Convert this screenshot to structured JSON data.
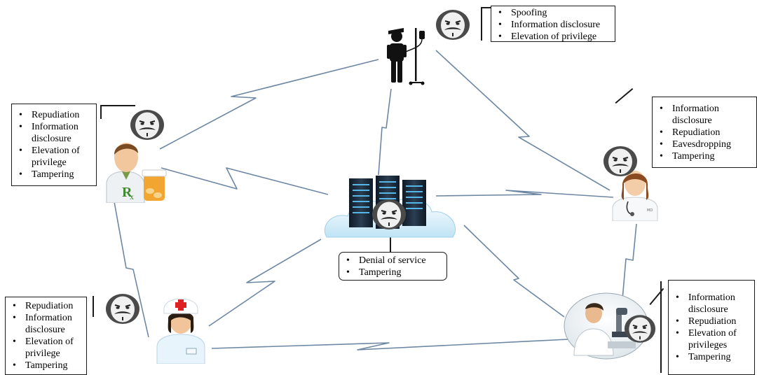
{
  "diagram": {
    "link_color": "#6c87a3",
    "nodes": {
      "patient": {
        "icon": "patient-iv-icon",
        "threats": [
          "Spoofing",
          "Information disclosure",
          "Elevation of privilege"
        ]
      },
      "pharmacist": {
        "icon": "pharmacist-icon",
        "threats": [
          "Repudiation",
          "Information disclosure",
          "Elevation of privilege",
          "Tampering"
        ]
      },
      "doctor": {
        "icon": "doctor-icon",
        "threats": [
          "Information disclosure",
          "Repudiation",
          "Eavesdropping",
          "Tampering"
        ]
      },
      "cloud_server": {
        "icon": "cloud-server-icon",
        "threats": [
          "Denial of service",
          "Tampering"
        ]
      },
      "nurse": {
        "icon": "nurse-icon",
        "threats": [
          "Repudiation",
          "Information disclosure",
          "Elevation of privilege",
          "Tampering"
        ]
      },
      "lab_researcher": {
        "icon": "lab-microscope-icon",
        "threats": [
          "Information disclosure",
          "Repudiation",
          "Elevation of privileges",
          "Tampering"
        ]
      }
    },
    "attacker_icon": "anonymous-mask-icon"
  }
}
